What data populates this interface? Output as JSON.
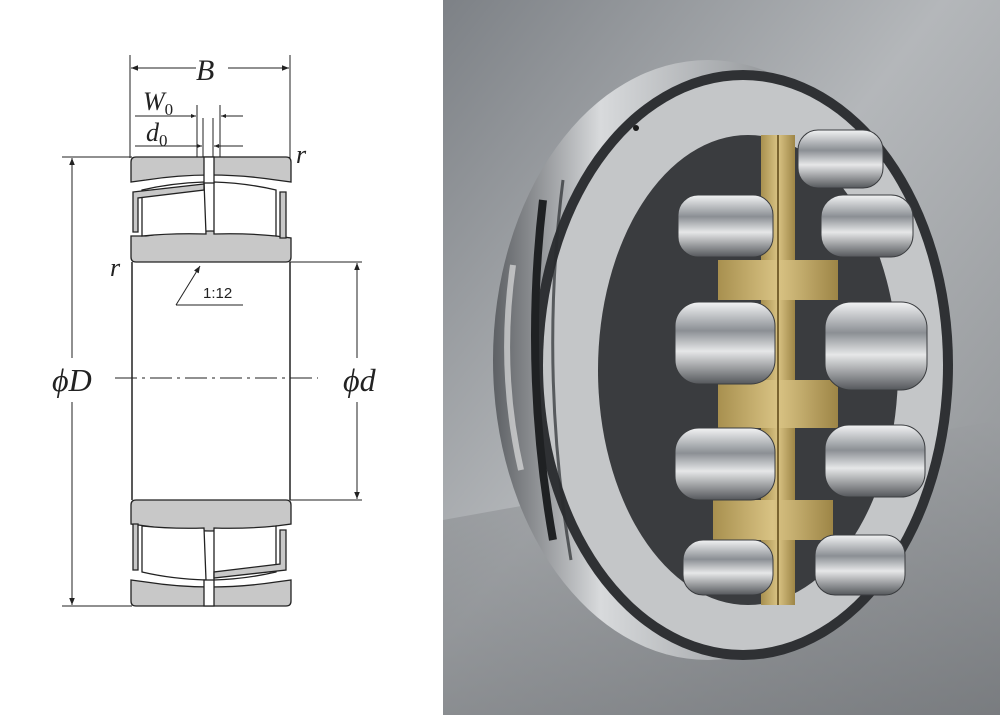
{
  "drawing": {
    "labels": {
      "width": "B",
      "groove_width": "W",
      "groove_width_sub": "0",
      "hole_diameter": "d",
      "hole_diameter_sub": "0",
      "chamfer_top": "r",
      "chamfer_left": "r",
      "taper": "1:12",
      "outer_diameter_phi": "ϕ",
      "outer_diameter": "D",
      "bore_phi": "ϕ",
      "bore": "d"
    },
    "colors": {
      "line": "#222222",
      "ring_fill": "#c8c8c8",
      "roller_fill": "#ffffff"
    }
  },
  "photo": {
    "subject": "spherical roller bearing with brass cage",
    "colors": {
      "background": "#8c8f92",
      "steel": "#b9bcbf",
      "steel_dark": "#3b3d40",
      "brass": "#c9b06a"
    }
  }
}
